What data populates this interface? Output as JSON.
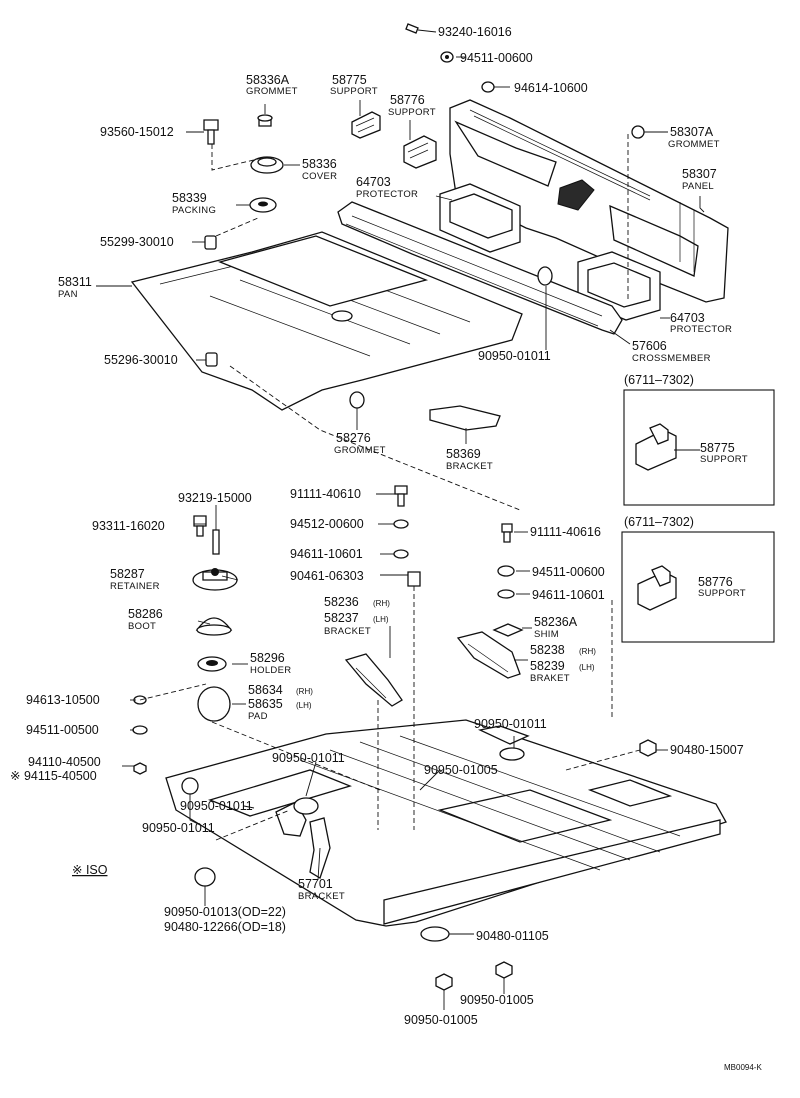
{
  "parts": {
    "p93240_16016": "93240-16016",
    "p94511_00600_top": "94511-00600",
    "p94614_10600": "94614-10600",
    "p58336A": "58336A",
    "grommet_a": "GROMMET",
    "p58775": "58775",
    "support_a": "SUPPORT",
    "p58776": "58776",
    "support_b": "SUPPORT",
    "p93560_15012": "93560-15012",
    "p58307A": "58307A",
    "grommet_b": "GROMMET",
    "p58336": "58336",
    "cover": "COVER",
    "p58307": "58307",
    "panel": "PANEL",
    "p64703_top": "64703",
    "protector_top": "PROTECTOR",
    "p58339": "58339",
    "packing": "PACKING",
    "p55299_30010": "55299-30010",
    "p58311": "58311",
    "pan": "PAN",
    "p64703_right": "64703",
    "protector_right": "PROTECTOR",
    "p90950_01011_a": "90950-01011",
    "p57606": "57606",
    "crossmember": "CROSSMEMBER",
    "p55296_30010": "55296-30010",
    "range_a": "(6711–7302)",
    "p58276": "58276",
    "grommet_c": "GROMMET",
    "p58369": "58369",
    "bracket_a": "BRACKET",
    "p58775_inset": "58775",
    "support_inset_a": "SUPPORT",
    "p93219_15000": "93219-15000",
    "p91111_40610": "91111-40610",
    "p93311_16020": "93311-16020",
    "p94512_00600": "94512-00600",
    "p91111_40616": "91111-40616",
    "range_b": "(6711–7302)",
    "p94611_10601_a": "94611-10601",
    "p90461_06303": "90461-06303",
    "p58287": "58287",
    "retainer": "RETAINER",
    "p94511_00600_mid": "94511-00600",
    "p58776_inset": "58776",
    "support_inset_b": "SUPPORT",
    "p94611_10601_b": "94611-10601",
    "p58236": "58236",
    "rh_a": "(RH)",
    "p58237": "58237",
    "lh_a": "(LH)",
    "bracket_b": "BRACKET",
    "p58286": "58286",
    "boot": "BOOT",
    "p58236A": "58236A",
    "shim": "SHIM",
    "p58238": "58238",
    "rh_b": "(RH)",
    "p58239": "58239",
    "lh_b": "(LH)",
    "braket": "BRAKET",
    "p58296": "58296",
    "holder": "HOLDER",
    "p94613_10500": "94613-10500",
    "p58634": "58634",
    "rh_c": "(RH)",
    "p58635": "58635",
    "lh_c": "(LH)",
    "pad": "PAD",
    "p94511_00500": "94511-00500",
    "p90950_01011_b": "90950-01011",
    "p90950_01011_c": "90950-01011",
    "p90480_15007": "90480-15007",
    "p94110_40500": "94110-40500",
    "p94115_40500": "※ 94115-40500",
    "p90950_01005_a": "90950-01005",
    "p90950_01011_d": "90950-01011",
    "p90950_01011_e": "90950-01011",
    "iso_note": "※ ISO",
    "p57701": "57701",
    "bracket_c": "BRACKET",
    "p90950_01013": "90950-01013(OD=22)",
    "p90480_12266": "90480-12266(OD=18)",
    "p90480_01105": "90480-01105",
    "p90950_01005_b": "90950-01005",
    "p90950_01005_c": "90950-01005",
    "drawing_code": "MB0094-K"
  }
}
